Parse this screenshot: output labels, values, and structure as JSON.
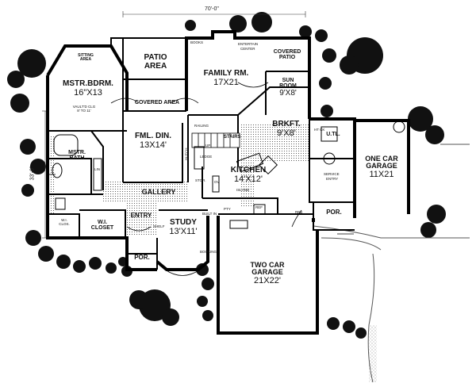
{
  "overall": {
    "width": "70'-0\"",
    "depth": "33'-0\""
  },
  "rooms": {
    "patio": {
      "name": "PATIO",
      "name2": "AREA"
    },
    "covered_patio": {
      "name": "COVERED",
      "name2": "PATIO"
    },
    "family": {
      "name": "FAMILY RM.",
      "size": "17X21"
    },
    "sun": {
      "name": "SUN",
      "name2": "ROOM",
      "size": "9'X8'"
    },
    "master": {
      "name": "MSTR.BDRM.",
      "size": "16\"X13"
    },
    "sitting": {
      "name": "SITTING",
      "name2": "AREA"
    },
    "vaulted": {
      "name": "VAULT'D CLG",
      "name2": "8' TO 11'"
    },
    "covered_area": {
      "name": "COVERED AREA"
    },
    "dining": {
      "name": "FML. DIN.",
      "size": "13X14'"
    },
    "bath": {
      "name": "MSTR.",
      "name2": "BATH"
    },
    "brkft": {
      "name": "BRKFT.",
      "size": "9'X8'"
    },
    "utl": {
      "name": "U.TL."
    },
    "one_car": {
      "name": "ONE CAR",
      "name2": "GARAGE",
      "size": "11X21"
    },
    "kitchen": {
      "name": "KITCHEN",
      "size": "14'X12'"
    },
    "gallery": {
      "name": "GALLERY"
    },
    "entry": {
      "name": "ENTRY"
    },
    "study": {
      "name": "STUDY",
      "size": "13'X11'"
    },
    "closet": {
      "name": "W.I.",
      "name2": "CLOSET"
    },
    "wi_clos": {
      "name": "W.I.",
      "name2": "CLOS."
    },
    "por_left": {
      "name": "POR."
    },
    "por_right": {
      "name": "POR."
    },
    "two_car": {
      "name": "TWO CAR",
      "name2": "GARAGE",
      "size": "21X22'"
    }
  },
  "small_labels": {
    "books": "BOOKS",
    "entertain": "ENTERTAIN",
    "center": "CENTER",
    "railing": "RAILING",
    "stairs": "STAIRS",
    "up": "UP",
    "hutch": "HUTCH",
    "ledge": "LEDGE",
    "stor": "STOR.",
    "ov": "OV",
    "island": "ISLAND",
    "pty": "PTY",
    "ref": "REF",
    "service": "SERVICE",
    "entry2": "ENTRY",
    "lin": "LIN",
    "shelf": "SHELF",
    "booking": "BOOKING",
    "built_in": "BUILT IN",
    "ht_ck": "HT CK",
    "reb": "REB"
  }
}
